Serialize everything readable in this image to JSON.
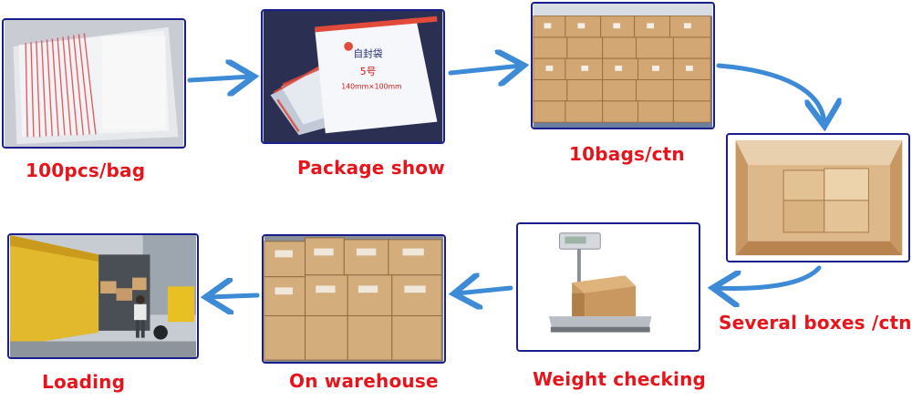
{
  "colors": {
    "caption": "#e8141b",
    "frame_border": "#1b1f8e",
    "arrow": "#3d8ad6",
    "carton": "#d2a773",
    "carton_dark": "#b3814e"
  },
  "steps": [
    {
      "id": "bag",
      "caption": "100pcs/bag",
      "image": "stack-of-zip-bags"
    },
    {
      "id": "package",
      "caption": "Package show",
      "image": "zip-bag-package"
    },
    {
      "id": "carton",
      "caption": "10bags/ctn",
      "image": "stacked-cartons"
    },
    {
      "id": "box",
      "caption": "Several boxes /ctn",
      "image": "open-carton-with-boxes"
    },
    {
      "id": "weight",
      "caption": "Weight checking",
      "image": "platform-scale-with-carton"
    },
    {
      "id": "warehouse",
      "caption": "On warehouse",
      "image": "warehouse-cartons"
    },
    {
      "id": "loading",
      "caption": "Loading",
      "image": "truck-loading"
    }
  ],
  "package_label": {
    "brand": "自封袋",
    "size_code": "5号",
    "dimensions": "140mm×100mm"
  }
}
